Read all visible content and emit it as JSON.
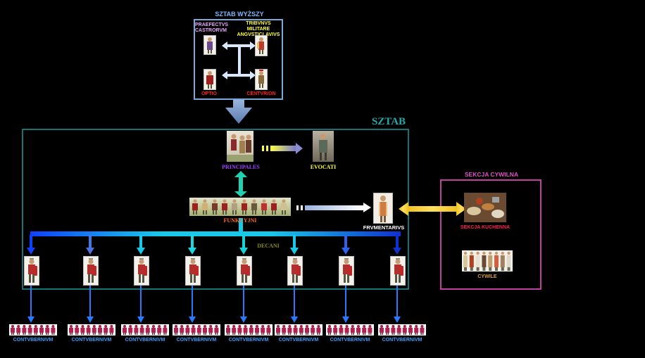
{
  "top": {
    "title": "SZTAB WYŻSZY",
    "roles": [
      {
        "name": "PRAEFECTVS\nCASTRORVM",
        "color": "#e8a6ff"
      },
      {
        "name": "TRIBVNVS MILITARE\nANGVSTICLAVIVS",
        "color": "#ffff33"
      },
      {
        "name": "OPTIO",
        "color": "#ff2020"
      },
      {
        "name": "CENTVRION",
        "color": "#ff2020"
      }
    ]
  },
  "staff": {
    "title": "SZTAB",
    "principales": "PRINCIPALES",
    "evocati": "EVOCATI",
    "funkcyjni": "FUNKCYJNI",
    "frumentarius": "FRVMENTARIVS",
    "decani": "DECANI"
  },
  "civil": {
    "title": "SEKCJA CYWILNA",
    "kitchen": "SEKCJA KUCHENNA",
    "civilians": "CYWILE"
  },
  "contubernium_label": "CONTVBERNIVM",
  "colors": {
    "staff_frame": "#1a9a9a",
    "top_frame": "#7aa8d8",
    "civil_frame": "#c040a0",
    "staff_title": "#22aaaa",
    "principales": "#a040ff",
    "evocati": "#ffff33",
    "funkcyjni": "#ff6a20",
    "decani": "#8a8a20",
    "contubernium": "#3aa0ff",
    "kitchen": "#ff2050",
    "civilians": "#d9a040"
  }
}
